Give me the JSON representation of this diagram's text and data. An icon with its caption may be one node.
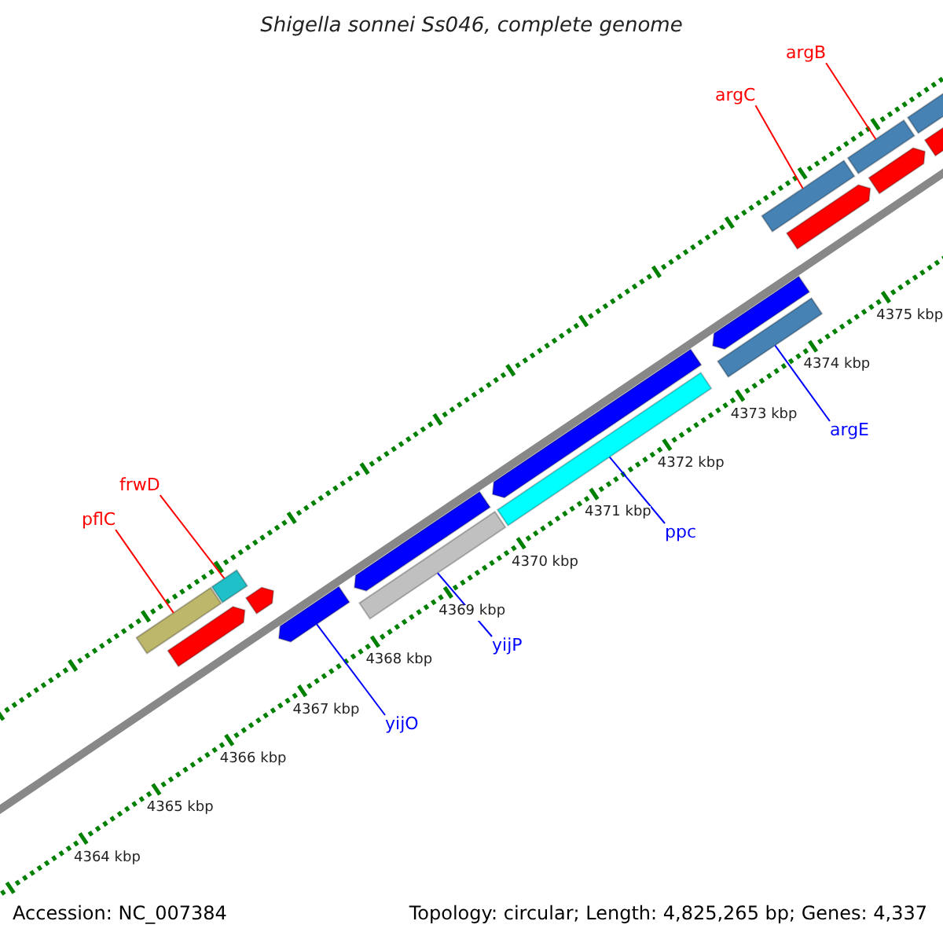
{
  "diagram": {
    "title": "Shigella sonnei Ss046, complete genome",
    "nodes": [
      {
        "text": [
          "argB"
        ]
      },
      {
        "text": [
          "argC"
        ]
      },
      {
        "text": [
          "argE"
        ]
      },
      {
        "text": [
          "ppc"
        ]
      },
      {
        "text": [
          "frwD"
        ]
      },
      {
        "text": [
          "pflC"
        ]
      },
      {
        "text": [
          "yijP"
        ]
      },
      {
        "text": [
          "yijO"
        ]
      },
      {
        "text": [],
        "shape": "bar"
      },
      {
        "text": [],
        "shape": "bar"
      },
      {
        "text": [],
        "shape": "bar"
      },
      {
        "text": [],
        "shape": "bar"
      },
      {
        "text": [],
        "shape": "bar"
      },
      {
        "text": [],
        "shape": "bar"
      },
      {
        "text": [],
        "shape": "bar"
      },
      {
        "text": [],
        "shape": "bar"
      },
      {
        "text": [],
        "shape": "bar"
      },
      {
        "text": [],
        "shape": "bar"
      },
      {
        "text": [],
        "shape": "bar"
      },
      {
        "text": [],
        "shape": "bar"
      },
      {
        "text": [],
        "shape": "bar"
      },
      {
        "text": [],
        "shape": "bar"
      },
      {
        "text": [],
        "shape": "bar"
      },
      {
        "text": [],
        "shape": "bar"
      },
      {
        "text": [],
        "shape": "bar"
      }
    ],
    "edges": [
      {
        "from": 0,
        "to": 21,
        "arrow": "none"
      },
      {
        "from": 1,
        "to": 19,
        "arrow": "none"
      },
      {
        "from": 2,
        "to": 17,
        "arrow": "none",
        "color": "#0000ff"
      },
      {
        "from": 3,
        "to": 15,
        "arrow": "none",
        "color": "#0000ff"
      },
      {
        "from": 4,
        "to": 10,
        "arrow": "none"
      },
      {
        "from": 5,
        "to": 8,
        "arrow": "none"
      },
      {
        "from": 6,
        "to": 13,
        "arrow": "none",
        "color": "#0000ff"
      },
      {
        "from": 7,
        "to": 12,
        "arrow": "none",
        "color": "#0000ff"
      }
    ],
    "labels": [
      "4364 kbp",
      "4365 kbp",
      "4366 kbp",
      "4367 kbp",
      "4368 kbp",
      "4369 kbp",
      "4370 kbp",
      "4371 kbp",
      "4372 kbp",
      "4373 kbp",
      "4374 kbp",
      "4375 kbp",
      "Accession: NC_007384",
      "Topology: circular; Length: 4,825,265 bp; Genes: 4,337"
    ]
  }
}
